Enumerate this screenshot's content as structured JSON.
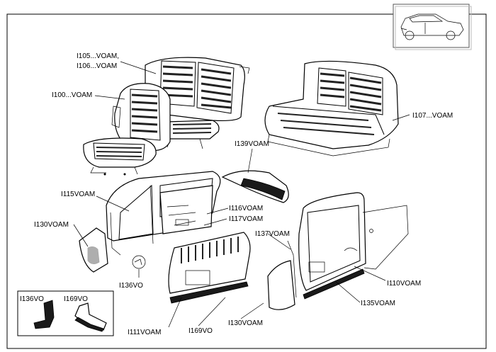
{
  "labels": {
    "l105_106": [
      "I105...VOAM,",
      "I106...VOAM"
    ],
    "l100": "I100...VOAM",
    "l107": "I107...VOAM",
    "l139": "I139VOAM",
    "l115": "I115VOAM",
    "l116": "I116VOAM",
    "l117": "I117VOAM",
    "l130_left": "I130VOAM",
    "l137": "I137VOAM",
    "l110": "I110VOAM",
    "l136": "I136VO",
    "l135": "I135VOAM",
    "l130_bottom": "I130VOAM",
    "l111": "I111VOAM",
    "l169": "I169VO"
  },
  "inset": {
    "l136": "I136VO",
    "l169": "I169VO"
  }
}
